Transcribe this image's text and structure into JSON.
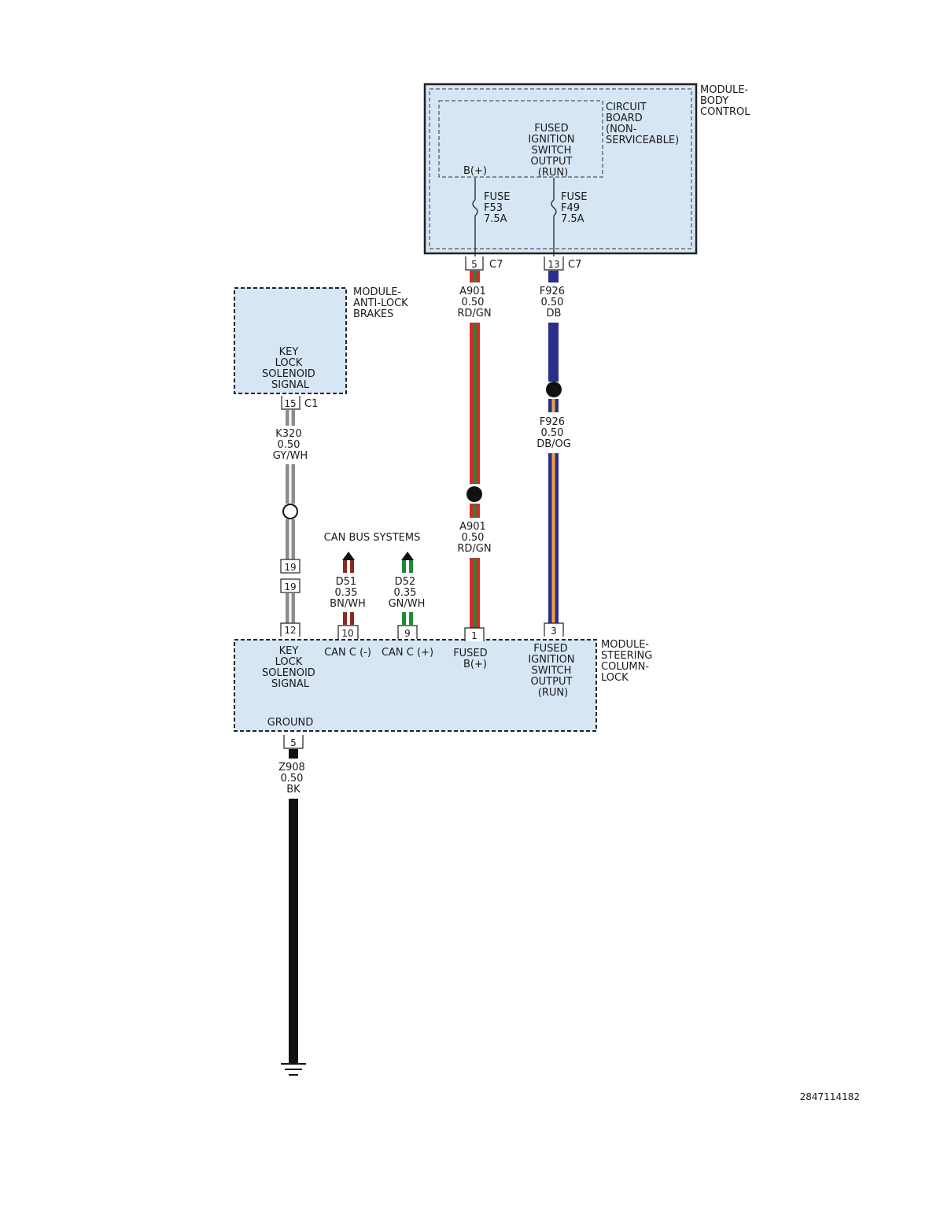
{
  "modules": {
    "body_control": {
      "name": [
        "MODULE-",
        "BODY",
        "CONTROL"
      ],
      "circuit_board": [
        "CIRCUIT",
        "BOARD",
        "(NON-",
        "SERVICEABLE)"
      ],
      "fused_ignition": [
        "FUSED",
        "IGNITION",
        "SWITCH",
        "OUTPUT",
        "(RUN)"
      ],
      "battery_label": "B(+)",
      "fuse_f53": [
        "FUSE",
        "F53",
        "7.5A"
      ],
      "fuse_f49": [
        "FUSE",
        "F49",
        "7.5A"
      ],
      "pin_a": "5",
      "pin_b": "13",
      "connector": "C7"
    },
    "anti_lock_brakes": {
      "name": [
        "MODULE-",
        "ANTI-LOCK",
        "BRAKES"
      ],
      "signal": [
        "KEY",
        "LOCK",
        "SOLENOID",
        "SIGNAL"
      ],
      "pin": "15",
      "connector": "C1"
    },
    "steering_column_lock": {
      "name": [
        "MODULE-",
        "STEERING",
        "COLUMN-",
        "LOCK"
      ],
      "pins": [
        {
          "num": "12",
          "label": [
            "KEY",
            "LOCK",
            "SOLENOID",
            "SIGNAL"
          ]
        },
        {
          "num": "10",
          "label": [
            "CAN C (-)"
          ]
        },
        {
          "num": "9",
          "label": [
            "CAN C (+)"
          ]
        },
        {
          "num": "1",
          "label": [
            "FUSED",
            "B(+)"
          ]
        },
        {
          "num": "3",
          "label": [
            "FUSED",
            "IGNITION",
            "SWITCH",
            "OUTPUT",
            "(RUN)"
          ]
        }
      ],
      "ground_label": "GROUND",
      "ground_pin": "5"
    }
  },
  "wires": {
    "a901_upper": [
      "A901",
      "0.50",
      "RD/GN"
    ],
    "a901_lower": [
      "A901",
      "0.50",
      "RD/GN"
    ],
    "f926_upper": [
      "F926",
      "0.50",
      "DB"
    ],
    "f926_lower": [
      "F926",
      "0.50",
      "DB/OG"
    ],
    "k320": [
      "K320",
      "0.50",
      "GY/WH"
    ],
    "d51": [
      "D51",
      "0.35",
      "BN/WH"
    ],
    "d52": [
      "D52",
      "0.35",
      "GN/WH"
    ],
    "z908": [
      "Z908",
      "0.50",
      "BK"
    ]
  },
  "inline_connector": {
    "top": "19",
    "bottom": "19"
  },
  "can_bus_label": "CAN BUS SYSTEMS",
  "doc_number": "2847114182",
  "colors": {
    "module_fill": "#d6e6f5",
    "red": "#d42a2a",
    "green": "#1f8a3a",
    "dark_blue": "#2b2f8c",
    "orange": "#f2a33a",
    "gray": "#8c8c8c",
    "brown": "#8b2a1e",
    "black": "#111111"
  }
}
